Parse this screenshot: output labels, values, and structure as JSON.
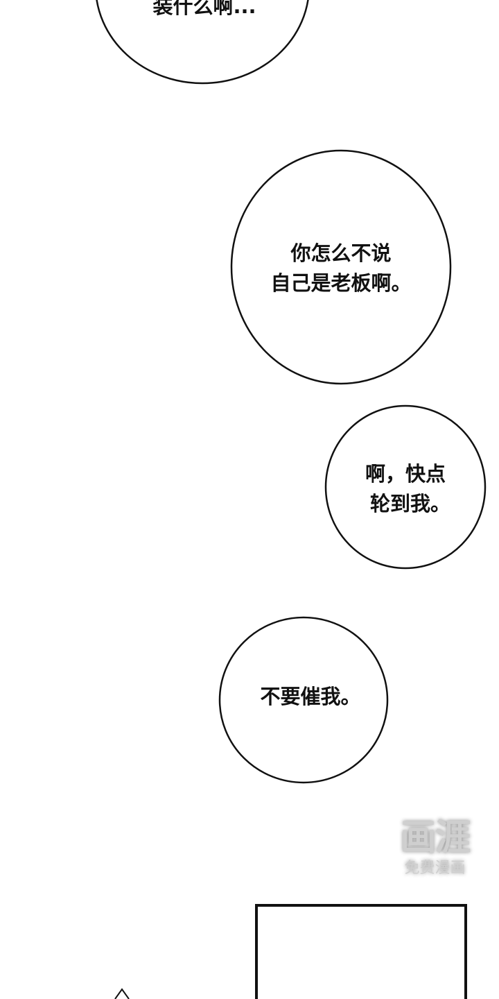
{
  "bubbles": [
    {
      "lines": [
        "装什么啊..."
      ]
    },
    {
      "lines": [
        "你怎么不说",
        "自己是老板啊。"
      ]
    },
    {
      "lines": [
        "啊，快点",
        "轮到我。"
      ]
    },
    {
      "lines": [
        "不要催我。"
      ]
    }
  ],
  "watermark": {
    "logo": "画涯",
    "subtitle": "免费漫画"
  }
}
